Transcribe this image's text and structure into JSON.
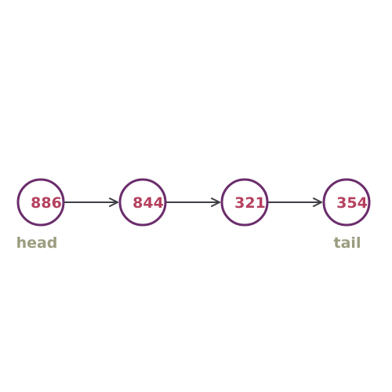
{
  "list": {
    "nodes": [
      {
        "value": "886"
      },
      {
        "value": "844"
      },
      {
        "value": "321"
      },
      {
        "value": "354"
      }
    ],
    "head_label": "head",
    "tail_label": "tail"
  },
  "colors": {
    "node_stroke": "#6b2d6b",
    "node_text": "#b5405e",
    "arrow": "#3f3f46",
    "label": "#9c9c80",
    "background": "#ffffff"
  }
}
